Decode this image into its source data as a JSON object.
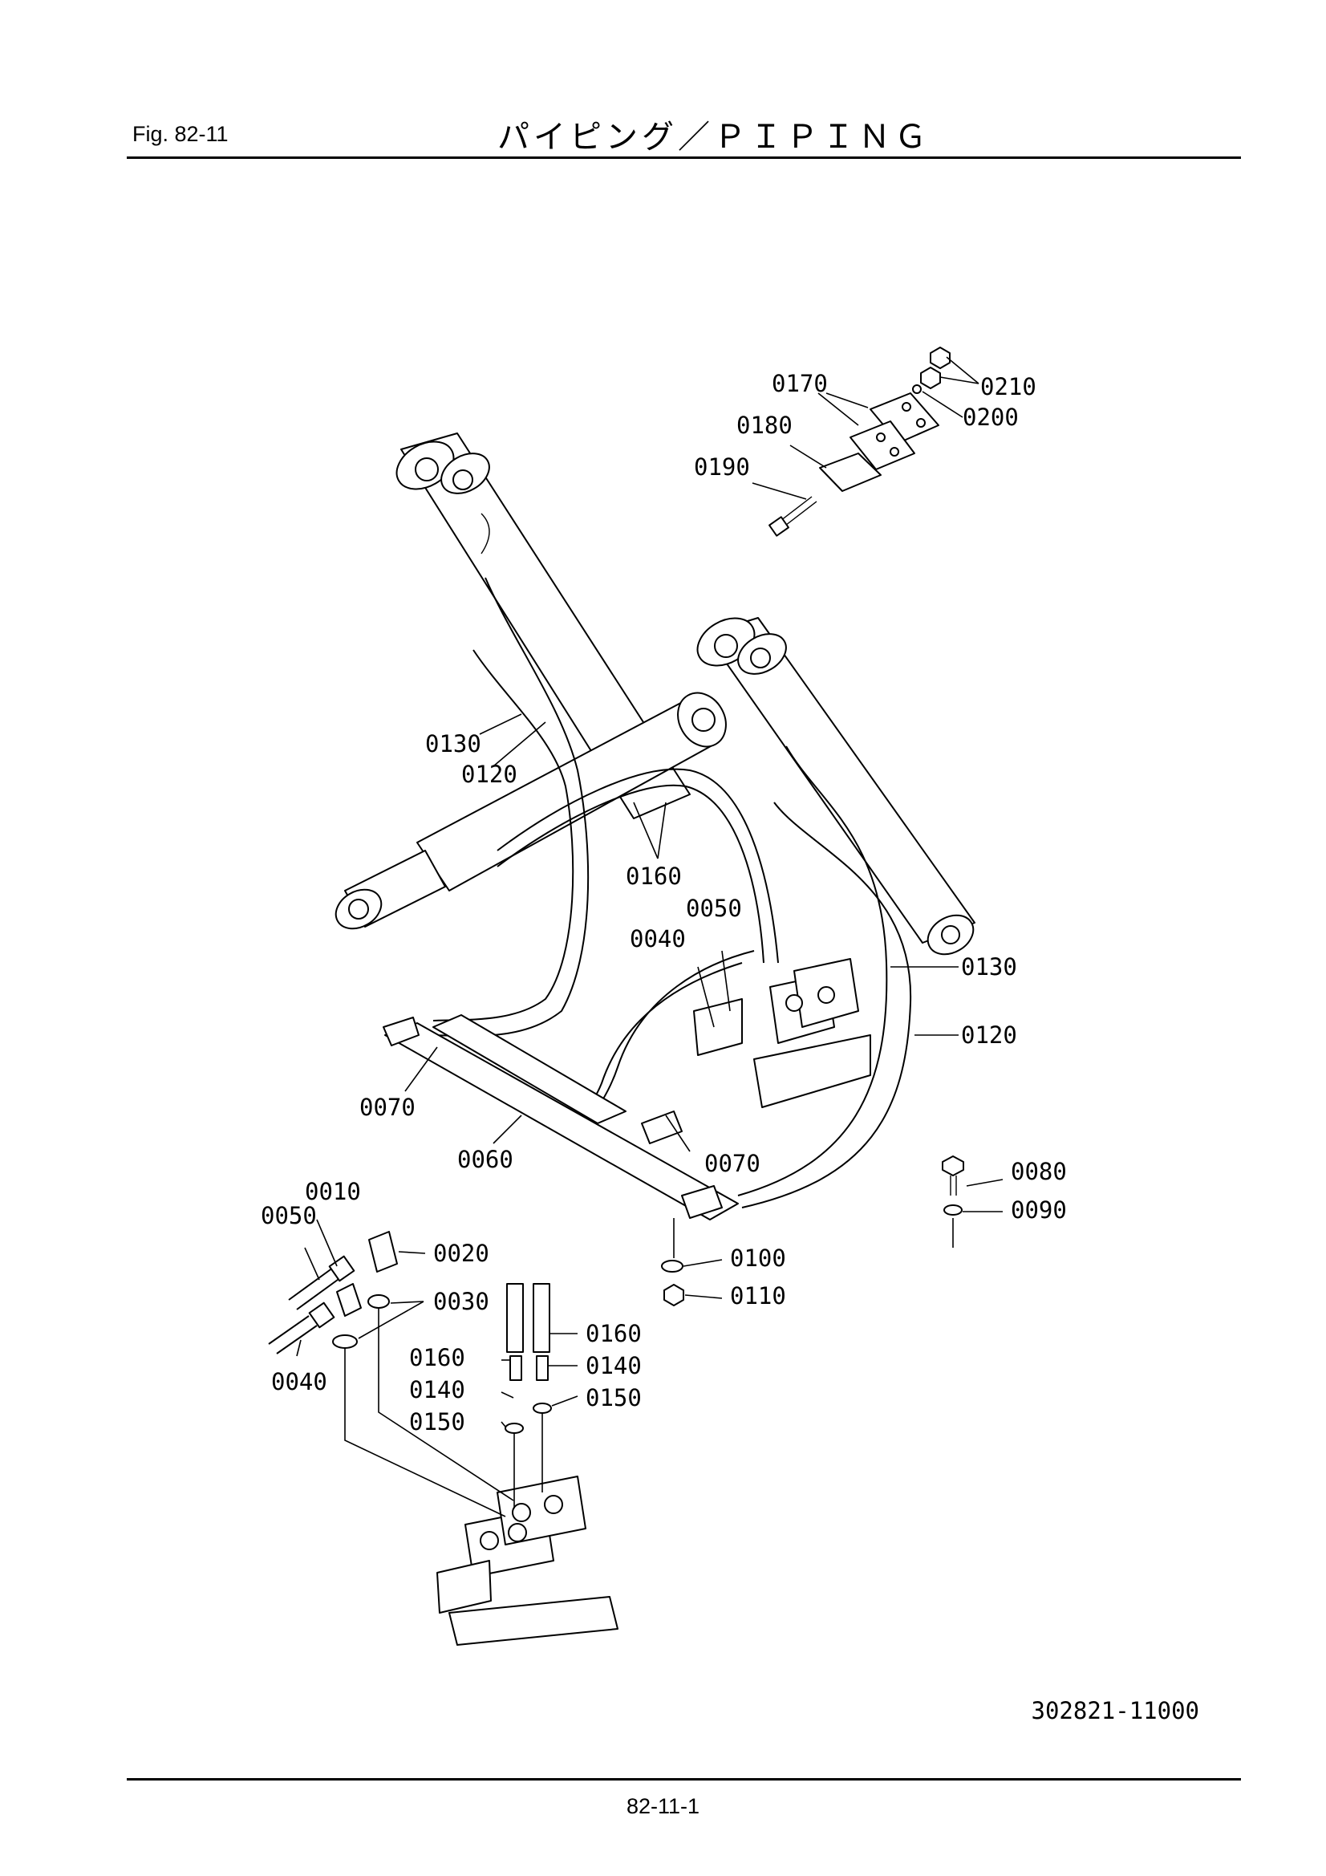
{
  "header": {
    "figure": "Fig.  82-11",
    "title": "パイピング／ＰＩＰＩＮＧ"
  },
  "drawing_number": "302821-11000",
  "page_number": "82-11-1",
  "callouts": {
    "c0210": "0210",
    "c0200": "0200",
    "c0170": "0170",
    "c0180": "0180",
    "c0190": "0190",
    "c0130a": "0130",
    "c0120a": "0120",
    "c0160a": "0160",
    "c0050a": "0050",
    "c0040a": "0040",
    "c0130b": "0130",
    "c0120b": "0120",
    "c0070a": "0070",
    "c0060": "0060",
    "c0070b": "0070",
    "c0080": "0080",
    "c0090": "0090",
    "c0100": "0100",
    "c0110": "0110",
    "c0010": "0010",
    "c0050b": "0050",
    "c0020": "0020",
    "c0030": "0030",
    "c0040b": "0040",
    "c0160b": "0160",
    "c0160c": "0160",
    "c0140a": "0140",
    "c0140b": "0140",
    "c0150a": "0150",
    "c0150b": "0150"
  }
}
